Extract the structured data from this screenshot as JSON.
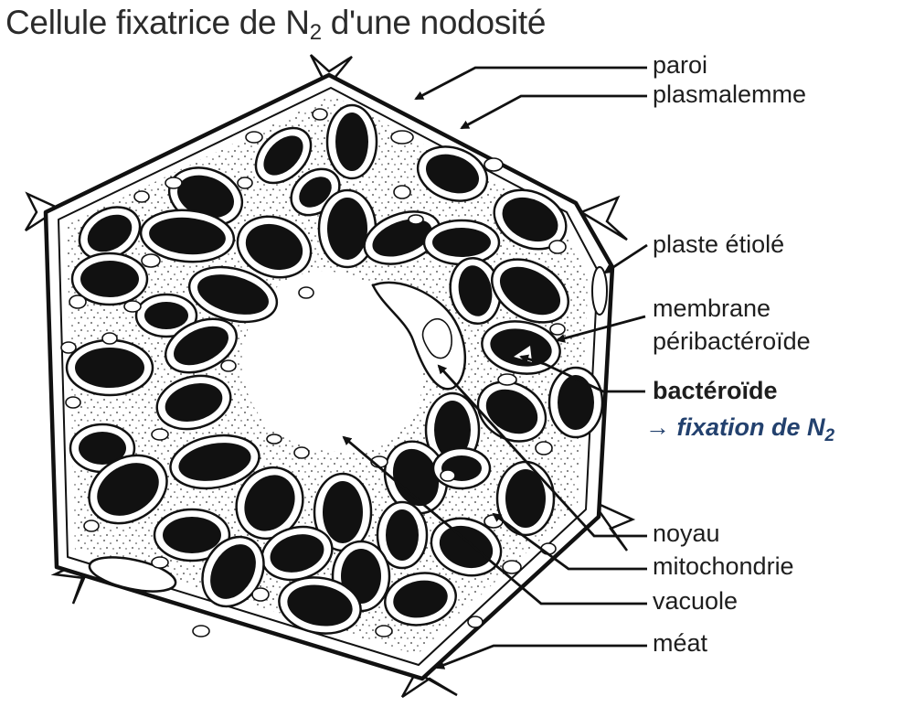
{
  "title": {
    "text": "Cellule fixatrice de N",
    "subscript": "2",
    "suffix": " d'une nodosité"
  },
  "labels": {
    "paroi": "paroi",
    "plasmalemme": "plasmalemme",
    "plaste": "plaste étiolé",
    "membrane_1": "membrane",
    "membrane_2": "péribactéroïde",
    "bacteroide": "bactéroïde",
    "fixation_arrow": "→",
    "fixation_text": "fixation de N",
    "fixation_sub": "2",
    "noyau": "noyau",
    "mitochondrie": "mitochondrie",
    "vacuole": "vacuole",
    "meat": "méat"
  },
  "colors": {
    "line": "#111111",
    "accent": "#23416e",
    "fill": "#ffffff"
  }
}
